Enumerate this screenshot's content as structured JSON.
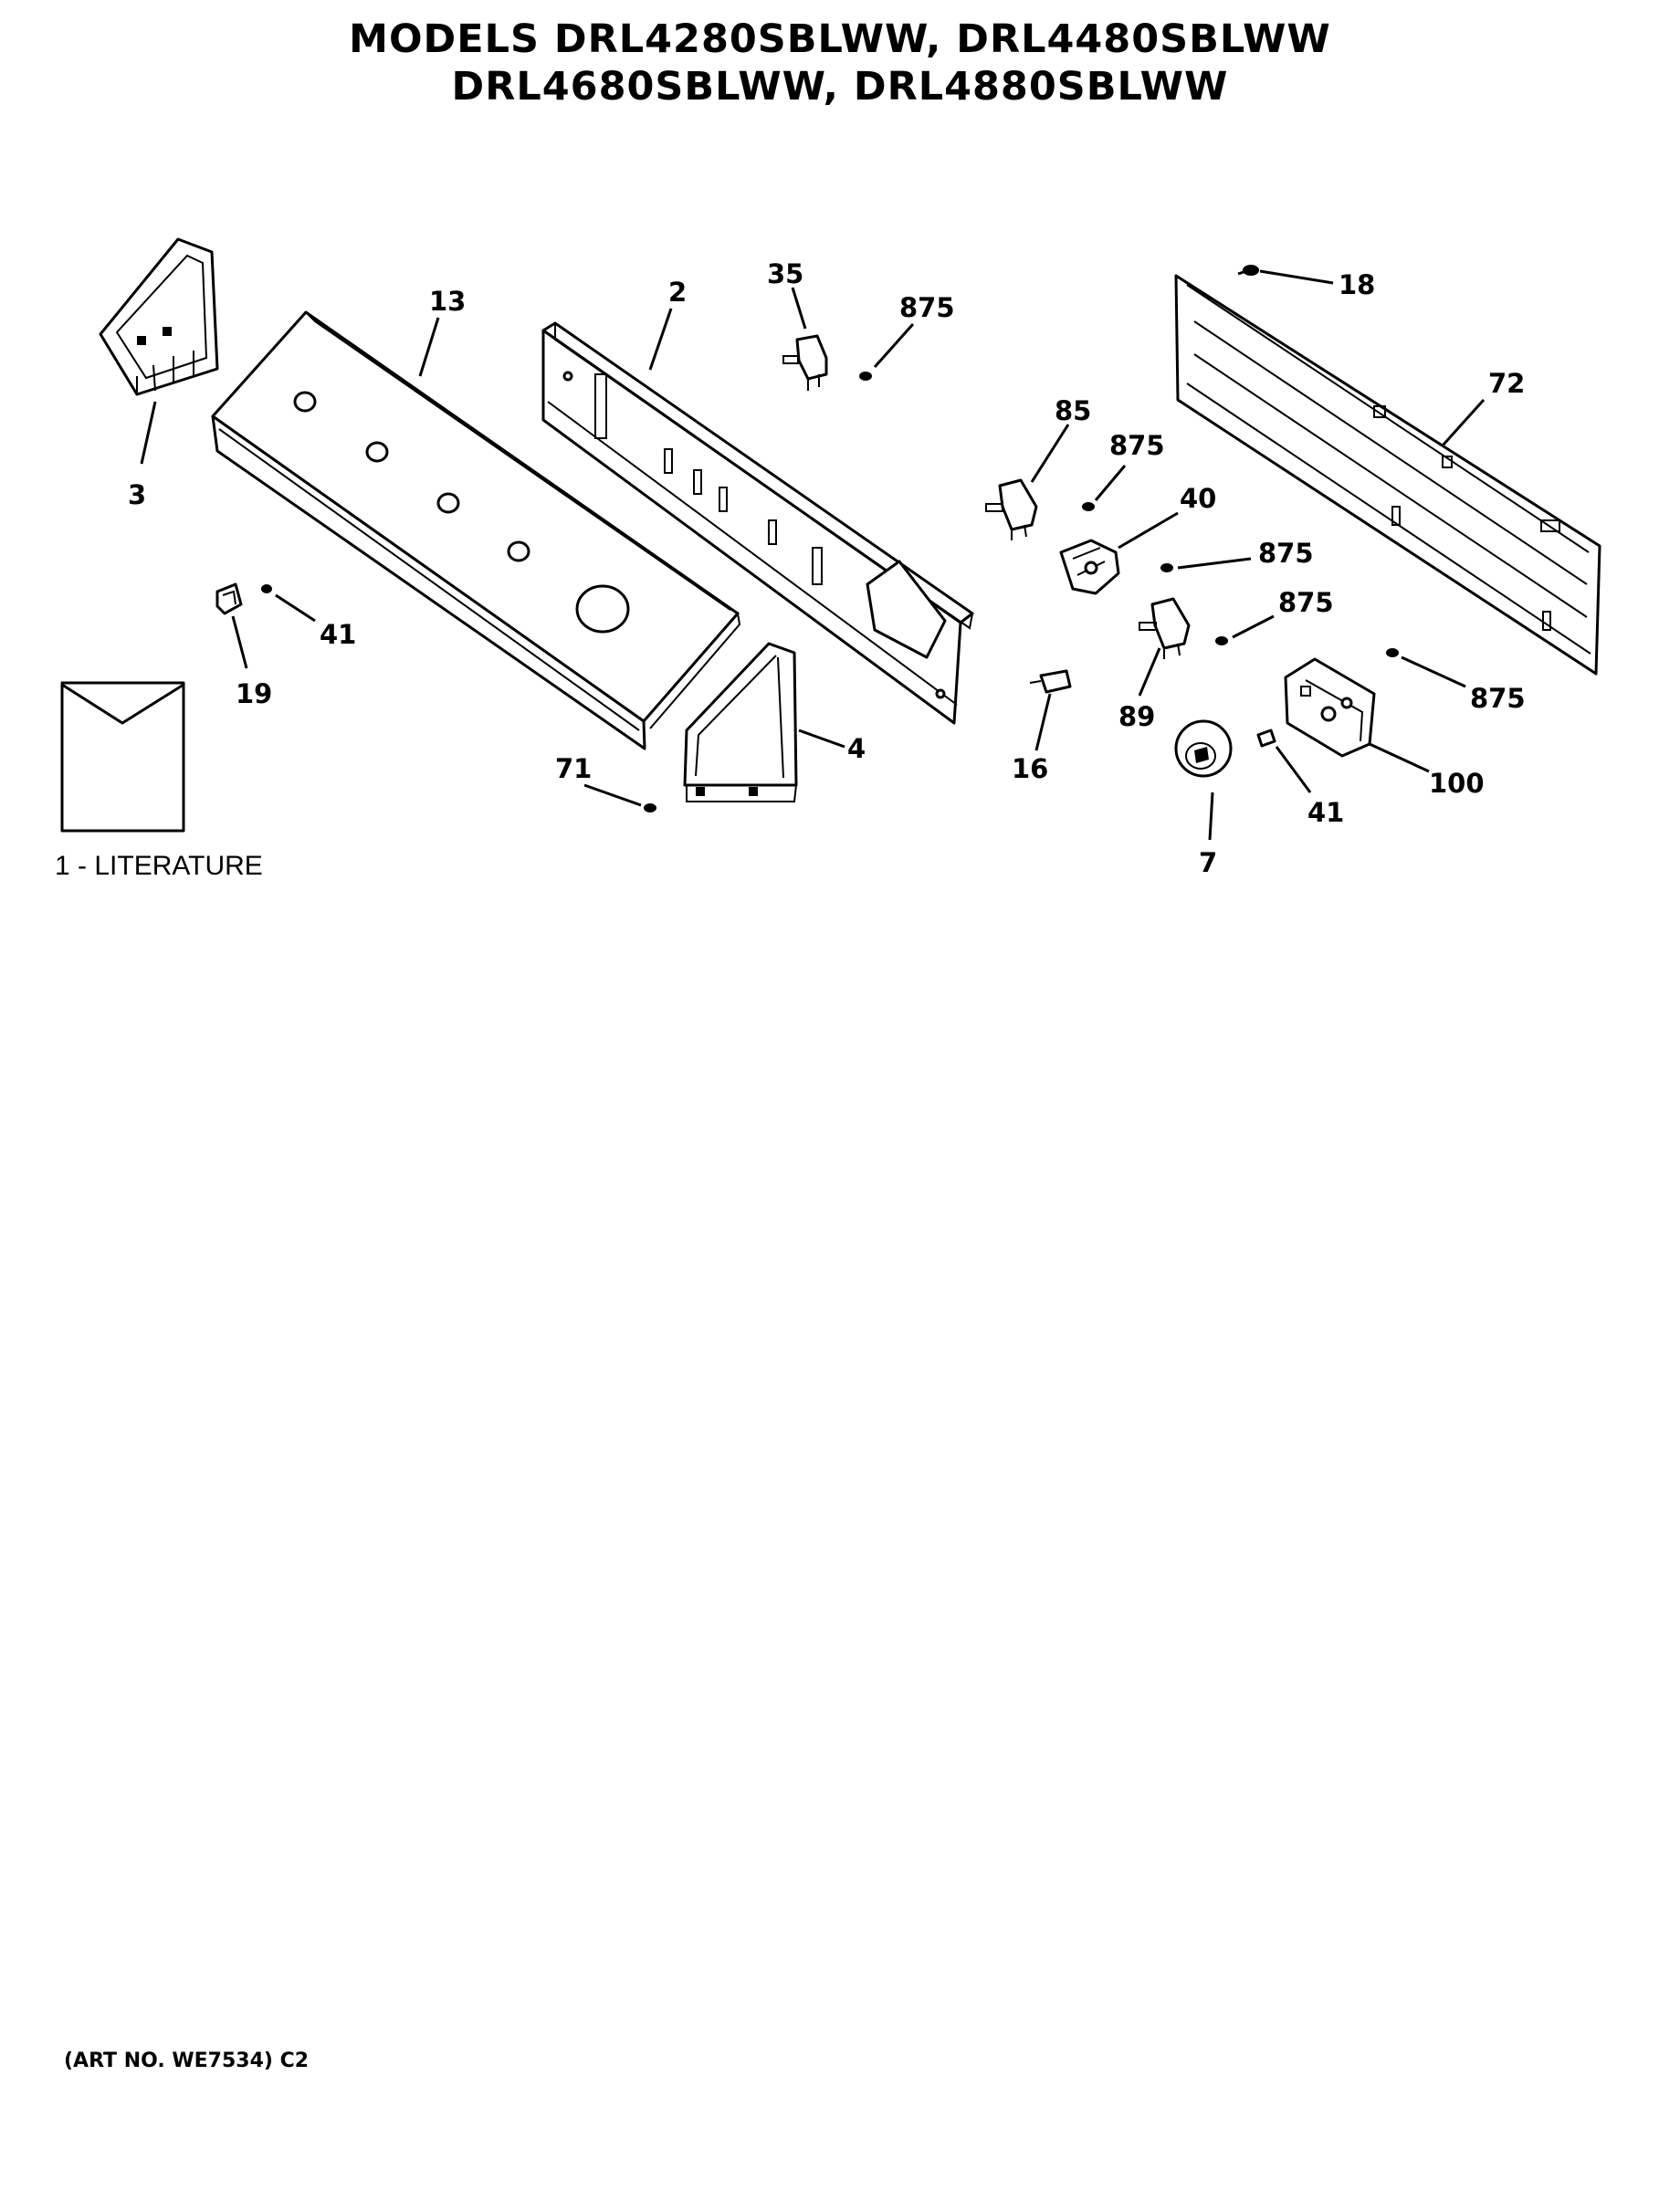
{
  "header": {
    "title_line1": "MODELS DRL4280SBLWW, DRL4480SBLWW",
    "title_line2": "DRL4680SBLWW, DRL4880SBLWW"
  },
  "literature_label": "1 - LITERATURE",
  "callouts": {
    "p3": "3",
    "p13": "13",
    "p2": "2",
    "p35": "35",
    "p875a": "875",
    "p18": "18",
    "p72": "72",
    "p85": "85",
    "p875b": "875",
    "p40": "40",
    "p875c": "875",
    "p875d": "875",
    "p875e": "875",
    "p41a": "41",
    "p19": "19",
    "p4": "4",
    "p71": "71",
    "p16": "16",
    "p89": "89",
    "p100": "100",
    "p41b": "41",
    "p7": "7"
  },
  "footer": {
    "art_no": "(ART NO. WE7534) C2"
  }
}
